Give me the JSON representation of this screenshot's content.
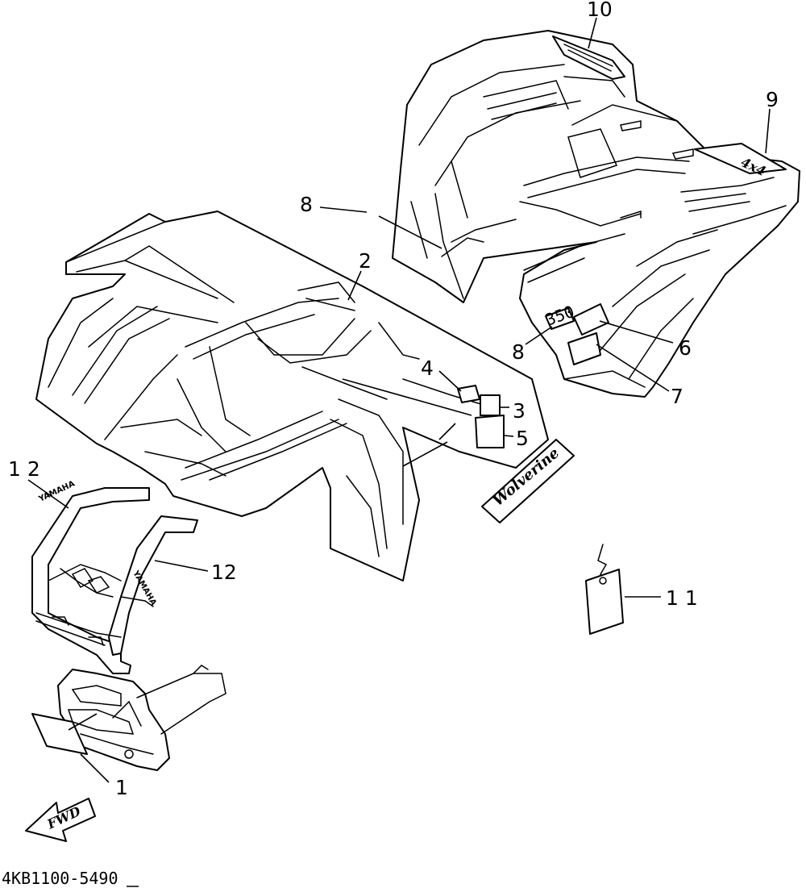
{
  "diagram": {
    "callouts": {
      "c1": "1",
      "c2": "2",
      "c3": "3",
      "c4": "4",
      "c5": "5",
      "c6": "6",
      "c7": "7",
      "c8a": "8",
      "c8b": "8",
      "c9": "9",
      "c10": "10",
      "c11": "1 1",
      "c12a": "1 2",
      "c12b": "12"
    },
    "part_number": "4KB1100-5490",
    "fwd_label": "FWD",
    "decal_350": "350",
    "decal_4x4": "4x4",
    "yamaha_text": "YAMAHA",
    "wolverine_text": "Wolverine"
  }
}
